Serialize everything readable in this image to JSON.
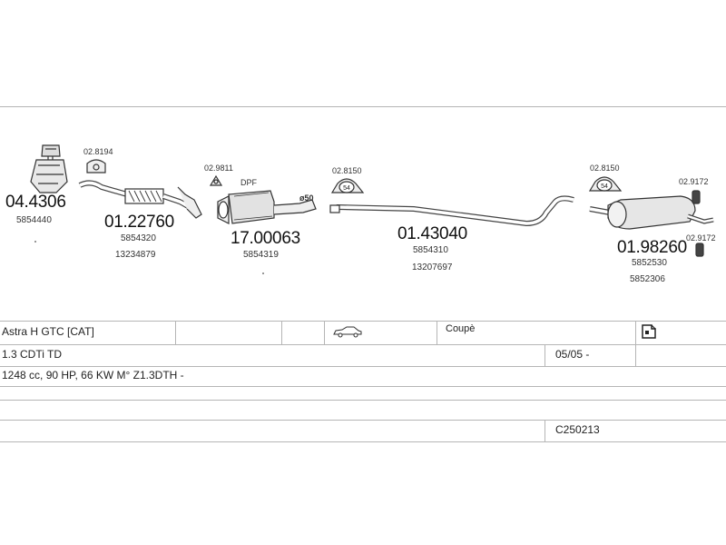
{
  "parts": [
    {
      "code": "04.4306",
      "refs": [
        "5854440"
      ]
    },
    {
      "code": "01.22760",
      "refs": [
        "5854320",
        "13234879"
      ]
    },
    {
      "code": "17.00063",
      "refs": [
        "5854319"
      ]
    },
    {
      "code": "01.43040",
      "refs": [
        "5854310",
        "13207697"
      ]
    },
    {
      "code": "01.98260",
      "refs": [
        "5852530",
        "5852306"
      ]
    }
  ],
  "accessories": [
    {
      "code": "02.8194"
    },
    {
      "code": "02.9811"
    },
    {
      "code": "02.8150",
      "badge": "54"
    },
    {
      "code": "02.8150",
      "badge": "54"
    },
    {
      "code": "02.9172"
    },
    {
      "code": "02.9172"
    }
  ],
  "diagram_labels": {
    "dpf": "DPF",
    "diameter": "ø50"
  },
  "info_table": {
    "row1": {
      "model": "Astra H GTC  [CAT]",
      "body": "Coupè"
    },
    "row2": {
      "engine": "1.3 CDTi TD",
      "date": "05/05 -"
    },
    "row3": {
      "spec": "1248 cc, 90 HP, 66 KW M° Z1.3DTH -"
    },
    "row5": {
      "code": "C250213"
    }
  },
  "icons": [
    "coupe-car-icon",
    "document-icon"
  ]
}
